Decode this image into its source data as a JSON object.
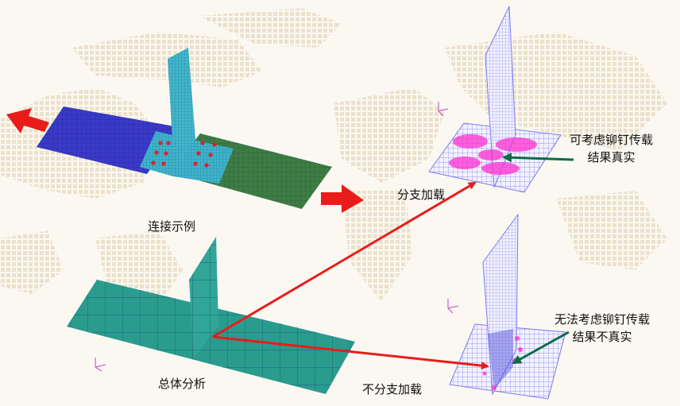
{
  "labels": {
    "connection_example": "连接示例",
    "global_analysis": "总体分析",
    "branch_loading": "分支加载",
    "no_branch_loading": "不分支加载",
    "rivet_considered_line1": "可考虑铆钉传载",
    "rivet_considered_line2": "结果真实",
    "rivet_not_considered_line1": "无法考虑铆钉传载",
    "rivet_not_considered_line2": "结果不真实"
  },
  "colors": {
    "background": "#fbf8f2",
    "map_dots": "#eee3cf",
    "plate_left": "#3a3ac8",
    "plate_right": "#3e7d46",
    "doubler": "#3fb3cc",
    "rivet": "#e0202a",
    "fem_wire": "#7b7bea",
    "stress": "#ff2fd0",
    "global_mesh": "#2a9c8e",
    "red_arrow": "#ea1b1b",
    "green_arrow": "#0d6b45"
  },
  "icons": [
    "load-arrow-icon",
    "axis-triad-icon"
  ]
}
